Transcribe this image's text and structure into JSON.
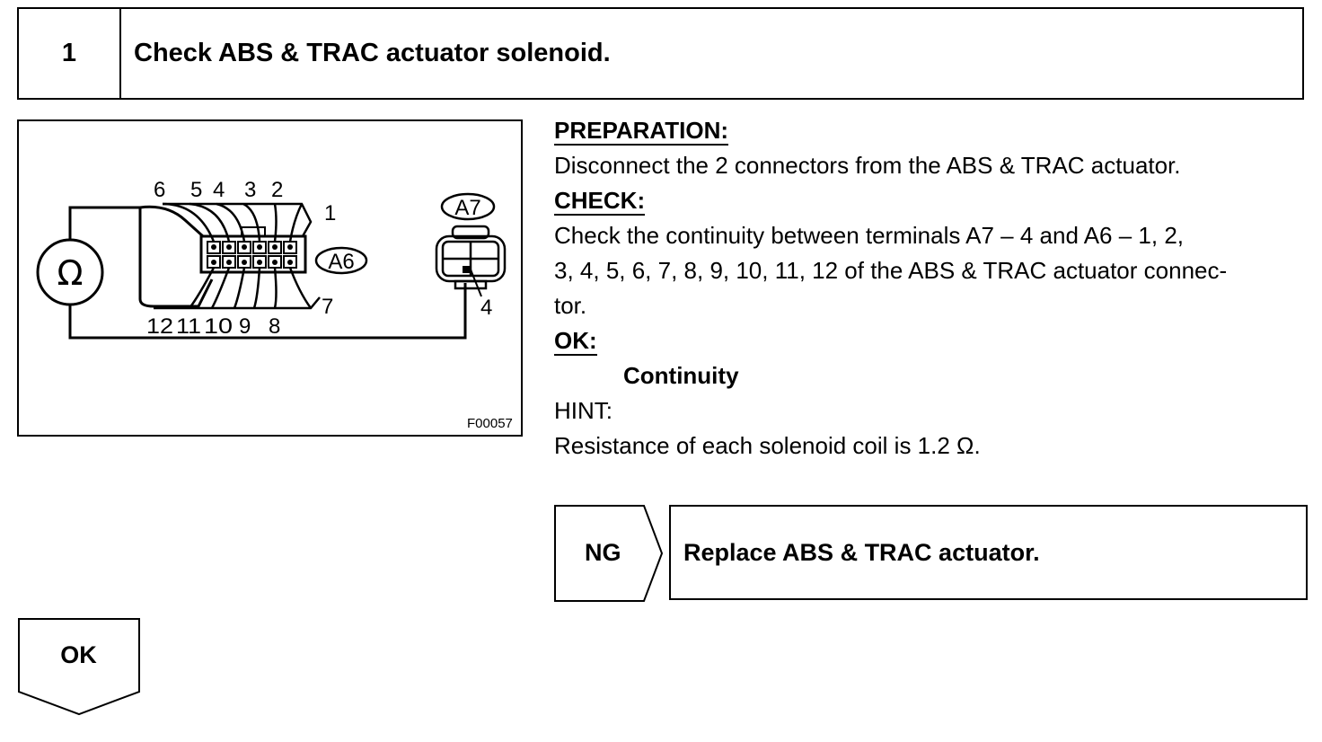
{
  "step": {
    "number": "1",
    "title": "Check ABS & TRAC actuator solenoid."
  },
  "figure": {
    "code": "F00057",
    "meter_symbol": "Ω",
    "connector_a6": "A6",
    "connector_a7": "A7",
    "top_pins": [
      "6",
      "5",
      "4",
      "3",
      "2"
    ],
    "right_top_pin": "1",
    "bottom_pins": [
      "12",
      "11",
      "10",
      "9",
      "8"
    ],
    "right_bottom_pin": "7",
    "a7_pin": "4"
  },
  "text": {
    "preparation_label": "PREPARATION:",
    "preparation": "Disconnect the 2 connectors from the ABS & TRAC actuator.",
    "check_label": "CHECK:",
    "check_lines": [
      "Check the continuity between terminals A7 – 4 and A6 – 1, 2,",
      "3, 4, 5, 6, 7, 8, 9, 10, 11, 12 of the ABS & TRAC actuator connec-",
      "tor."
    ],
    "ok_label": "OK:",
    "ok_value": "Continuity",
    "hint_label": "HINT:",
    "hint": "Resistance of each solenoid coil is 1.2 Ω."
  },
  "ng": {
    "label": "NG",
    "action": "Replace ABS & TRAC actuator."
  },
  "ok_flow": {
    "label": "OK"
  }
}
